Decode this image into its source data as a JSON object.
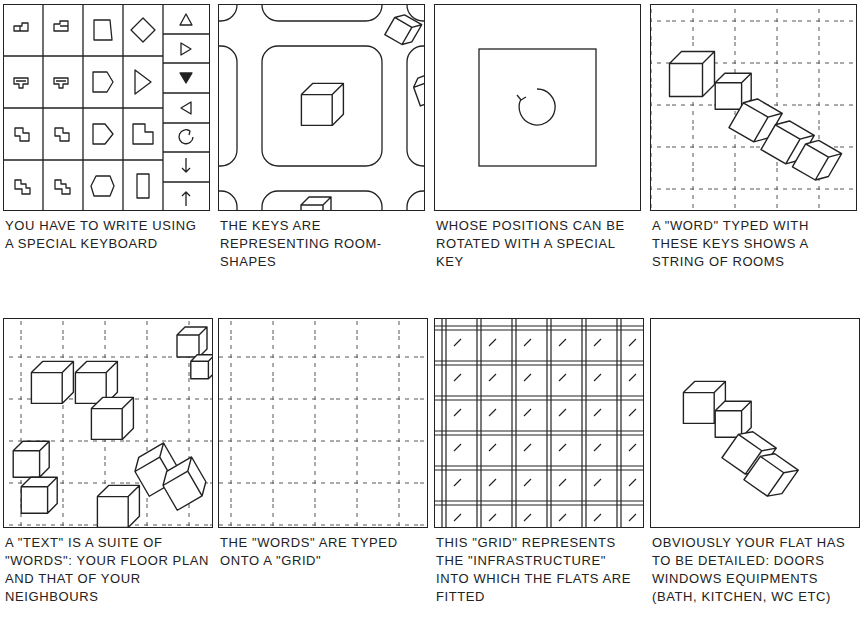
{
  "diagram": {
    "nodes": [
      {
        "text": [
          "YOU HAVE TO WRITE USING A SPECIAL KEYBOARD"
        ]
      },
      {
        "text": [
          "THE KEYS ARE REPRESENTING ROOM-SHAPES"
        ]
      },
      {
        "text": [
          "WHOSE POSITIONS CAN BE ROTATED WITH A SPECIAL KEY"
        ]
      },
      {
        "text": [
          "A \"WORD\" TYPED WITH THESE KEYS SHOWS A STRING OF ROOMS"
        ]
      },
      {
        "text": [
          "A \"TEXT\" IS A SUITE OF \"WORDS\": YOUR FLOOR PLAN AND THAT OF YOUR NEIGHBOURS"
        ]
      },
      {
        "text": [
          "THE \"WORDS\" ARE TYPED ONTO A \"GRID\""
        ]
      },
      {
        "text": [
          "THIS \"GRID\" REPRESENTS THE \"INFRASTRUCTURE\" INTO WHICH THE FLATS ARE FITTED"
        ]
      },
      {
        "text": [
          "OBVIOUSLY YOUR FLAT HAS TO BE DETAILED: DOORS WINDOWS EQUIPMENTS (BATH, KITCHEN, WC ETC)"
        ]
      }
    ]
  }
}
